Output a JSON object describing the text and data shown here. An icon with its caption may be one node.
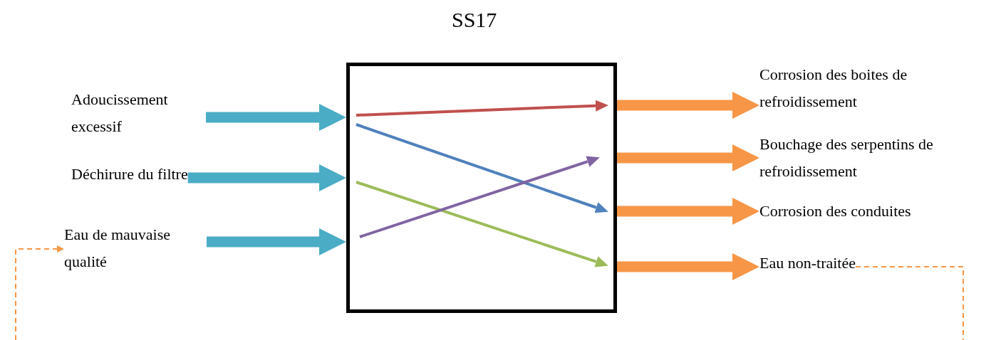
{
  "diagram": {
    "title": "SS17",
    "nodes": [
      {
        "text": [
          "Adoucissement excessif"
        ]
      },
      {
        "text": [
          "Déchirure du filtre"
        ]
      },
      {
        "text": [
          "Eau de mauvaise qualité"
        ]
      },
      {
        "text": [],
        "shape": "box"
      },
      {
        "text": [
          "Corrosion des boites de refroidissement"
        ]
      },
      {
        "text": [
          "Bouchage des serpentins de refroidissement"
        ]
      },
      {
        "text": [
          "Corrosion des conduites"
        ]
      },
      {
        "text": [
          "Eau non-traitée"
        ]
      }
    ],
    "edges": [
      {
        "from": 0,
        "to": 3,
        "arrow": "to",
        "color": "#4bacc6"
      },
      {
        "from": 1,
        "to": 3,
        "arrow": "to",
        "color": "#4bacc6"
      },
      {
        "from": 2,
        "to": 3,
        "arrow": "to",
        "color": "#4bacc6"
      },
      {
        "from": 3,
        "to": 4,
        "arrow": "to",
        "color": "#f79646"
      },
      {
        "from": 3,
        "to": 5,
        "arrow": "to",
        "color": "#f79646"
      },
      {
        "from": 3,
        "to": 6,
        "arrow": "to",
        "color": "#f79646"
      },
      {
        "from": 3,
        "to": 7,
        "arrow": "to",
        "color": "#f79646"
      },
      {
        "from": 7,
        "to": null,
        "arrow": "none",
        "style": "dashed",
        "color": "#f79646"
      },
      {
        "from": null,
        "to": 2,
        "arrow": "to",
        "style": "dashed",
        "color": "#f79646"
      }
    ]
  }
}
